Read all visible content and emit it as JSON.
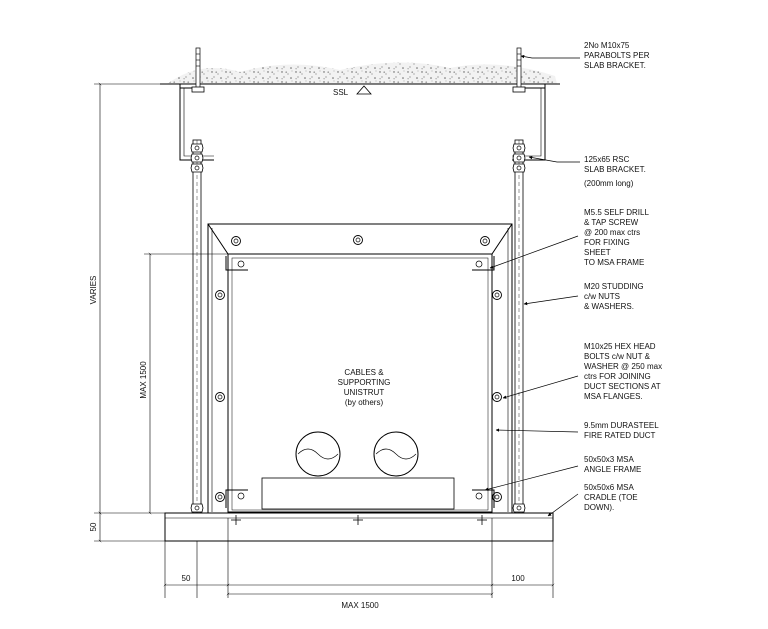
{
  "notes": {
    "parabolts": [
      "2No M10x75",
      "PARABOLTS PER",
      "SLAB BRACKET."
    ],
    "slab_bracket": [
      "125x65 RSC",
      "SLAB BRACKET.",
      "(200mm long)"
    ],
    "self_drill": [
      "M5.5 SELF DRILL",
      "& TAP SCREW",
      "@ 200 max ctrs",
      "FOR FIXING",
      "SHEET",
      "TO MSA FRAME"
    ],
    "studding": [
      "M20 STUDDING",
      "c/w NUTS",
      "& WASHERS."
    ],
    "hex_bolts": [
      "M10x25 HEX HEAD",
      "BOLTS c/w NUT &",
      "WASHER @ 250 max",
      "ctrs FOR JOINING",
      "DUCT SECTIONS AT",
      "MSA FLANGES."
    ],
    "durasteel": [
      "9.5mm DURASTEEL",
      "FIRE RATED DUCT"
    ],
    "angle_frame": [
      "50x50x3 MSA",
      "ANGLE FRAME"
    ],
    "cradle": [
      "50x50x6 MSA",
      "CRADLE (TOE",
      "DOWN)."
    ]
  },
  "center_label": [
    "CABLES &",
    "SUPPORTING",
    "UNISTRUT",
    "(by others)"
  ],
  "ssl_label": "SSL",
  "dims": {
    "varies": "VARIES",
    "max_height": "MAX 1500",
    "cradle_depth": "50",
    "left_offset": "50",
    "right_offset": "100",
    "max_width": "MAX 1500"
  }
}
